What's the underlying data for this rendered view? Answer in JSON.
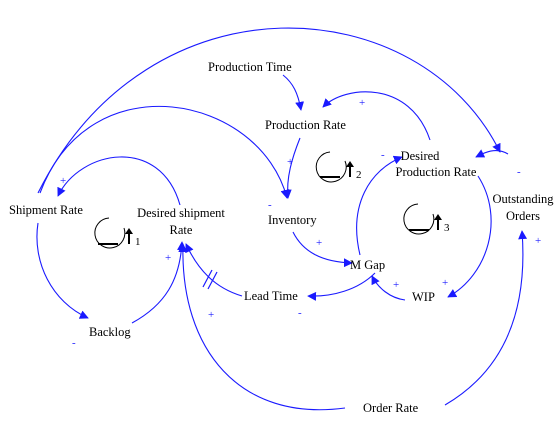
{
  "diagram": {
    "type": "causal-loop-diagram",
    "colors": {
      "link": "#1a1aff",
      "text": "#000000",
      "background": "#ffffff"
    },
    "variables": {
      "production_time": "Production Time",
      "production_rate": "Production Rate",
      "desired_production_rate_l1": "Desired",
      "desired_production_rate_l2": "Production Rate",
      "outstanding_orders_l1": "Outstanding",
      "outstanding_orders_l2": "Orders",
      "shipment_rate": "Shipment Rate",
      "desired_shipment_rate_l1": "Desired shipment",
      "desired_shipment_rate_l2": "Rate",
      "inventory": "Inventory",
      "m_gap": "M Gap",
      "lead_time": "Lead Time",
      "wip": "WIP",
      "backlog": "Backlog",
      "order_rate": "Order Rate"
    },
    "loops": [
      {
        "number": "1",
        "icon": "clockwise-loop-icon"
      },
      {
        "number": "2",
        "icon": "clockwise-loop-icon"
      },
      {
        "number": "3",
        "icon": "clockwise-loop-icon"
      }
    ],
    "polarity": {
      "plus": "+",
      "minus": "-"
    }
  }
}
